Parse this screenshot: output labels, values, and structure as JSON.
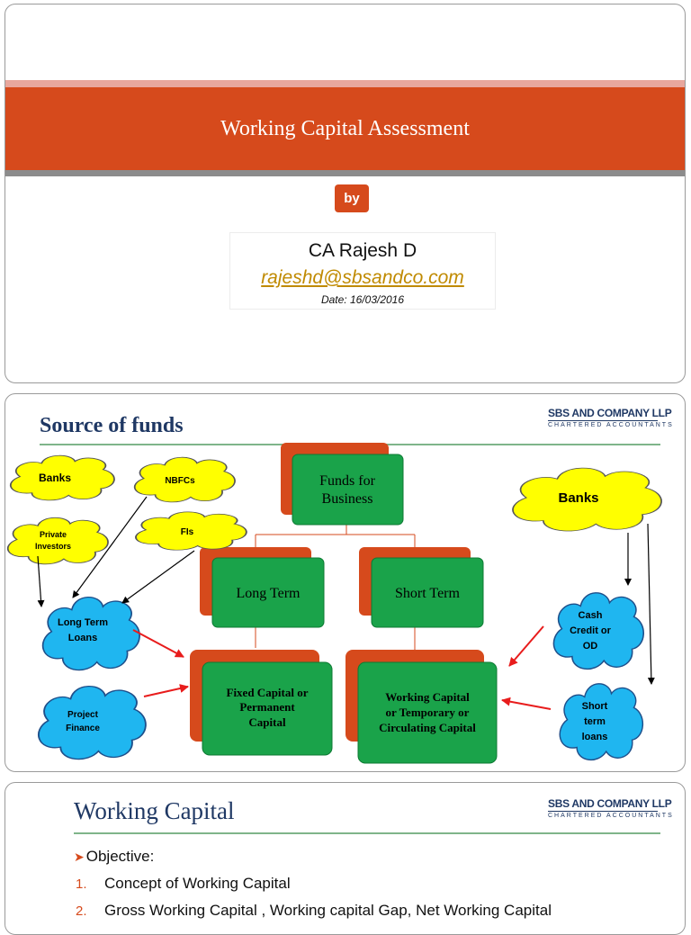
{
  "slide1": {
    "title": "Working Capital Assessment",
    "by_label": "by",
    "author_name": "CA Rajesh D",
    "author_email": "rajeshd@sbsandco.com",
    "date": "Date: 16/03/2016"
  },
  "slide2": {
    "heading": "Source of funds",
    "logo": {
      "name": "SBS AND COMPANY LLP",
      "subtitle": "CHARTERED ACCOUNTANTS"
    },
    "boxes": {
      "root": [
        "Funds for",
        "Business"
      ],
      "long_term": "Long Term",
      "short_term": "Short Term",
      "fixed_capital": [
        "Fixed Capital or",
        "Permanent",
        "Capital"
      ],
      "working_capital": [
        "Working Capital",
        "or Temporary or",
        "Circulating Capital"
      ]
    },
    "yellow_clouds": {
      "banks_left": "Banks",
      "nbfcs": "NBFCs",
      "private_investors": [
        "Private",
        "Investors"
      ],
      "fis": "FIs",
      "banks_right": "Banks"
    },
    "blue_clouds": {
      "long_term_loans": [
        "Long Term",
        "Loans"
      ],
      "project_finance": [
        "Project",
        "Finance"
      ],
      "cash_credit": [
        "Cash",
        "Credit or",
        "OD"
      ],
      "short_term_loans": [
        "Short",
        "term",
        "loans"
      ]
    },
    "colors": {
      "box_front": "#1aa34a",
      "box_back": "#d64a1c",
      "cloud_yellow": "#ffff00",
      "cloud_blue": "#1fb6f0",
      "arrow_red": "#e81c1c"
    }
  },
  "slide3": {
    "heading": "Working Capital",
    "logo": {
      "name": "SBS AND COMPANY LLP",
      "subtitle": "CHARTERED ACCOUNTANTS"
    },
    "objective_label": "Objective:",
    "items": [
      {
        "num": "1.",
        "text": "Concept of Working Capital"
      },
      {
        "num": "2.",
        "text": "Gross Working Capital , Working capital Gap, Net Working Capital"
      }
    ]
  }
}
